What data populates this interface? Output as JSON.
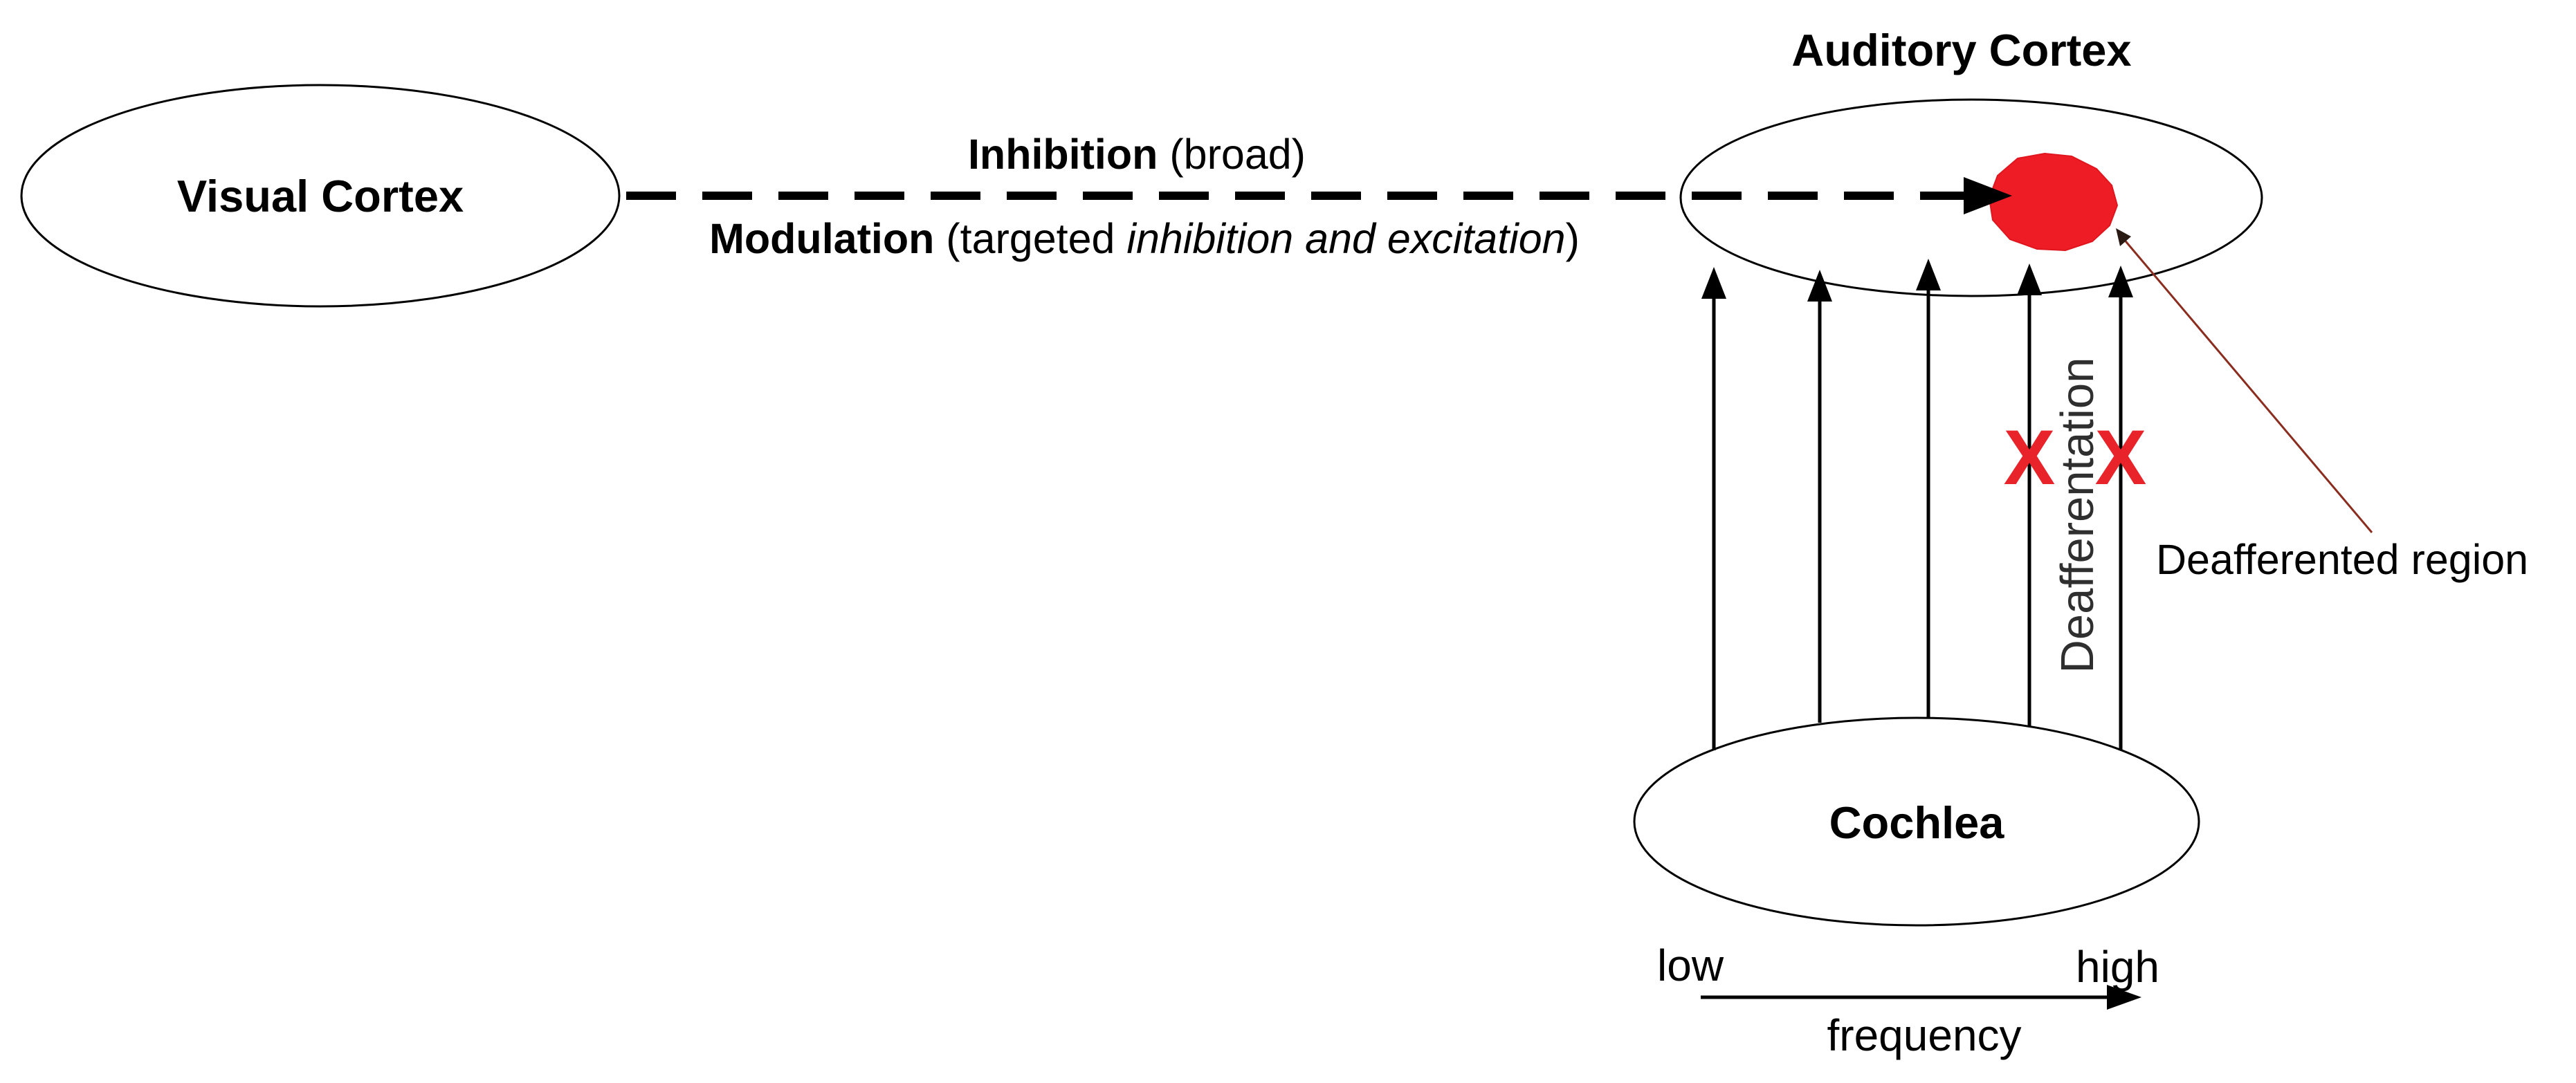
{
  "colors": {
    "stroke": "#000000",
    "deafferented_region": "#ee1c25",
    "x_marks": "#e8232a",
    "pointer_line": "#8b2d1e",
    "deafferentation_text": "#2f2f2f"
  },
  "nodes": {
    "visual_cortex": "Visual Cortex",
    "auditory_cortex": "Auditory Cortex",
    "cochlea": "Cochlea"
  },
  "pathway": {
    "style": "dashed arrow from Visual Cortex to deafferented region",
    "inhibition_bold": "Inhibition",
    "inhibition_rest": " (broad)",
    "modulation_bold": "Modulation",
    "modulation_pre": " (targeted ",
    "modulation_italic": "inhibition and excitation",
    "modulation_post": ")"
  },
  "projections": {
    "count": 5,
    "blocked_indices": [
      3,
      4
    ],
    "blocked_mark": "X",
    "label": "Deafferentation"
  },
  "deafferented_region_label": "Deafferented region",
  "frequency_axis": {
    "low": "low",
    "high": "high",
    "label": "frequency"
  }
}
